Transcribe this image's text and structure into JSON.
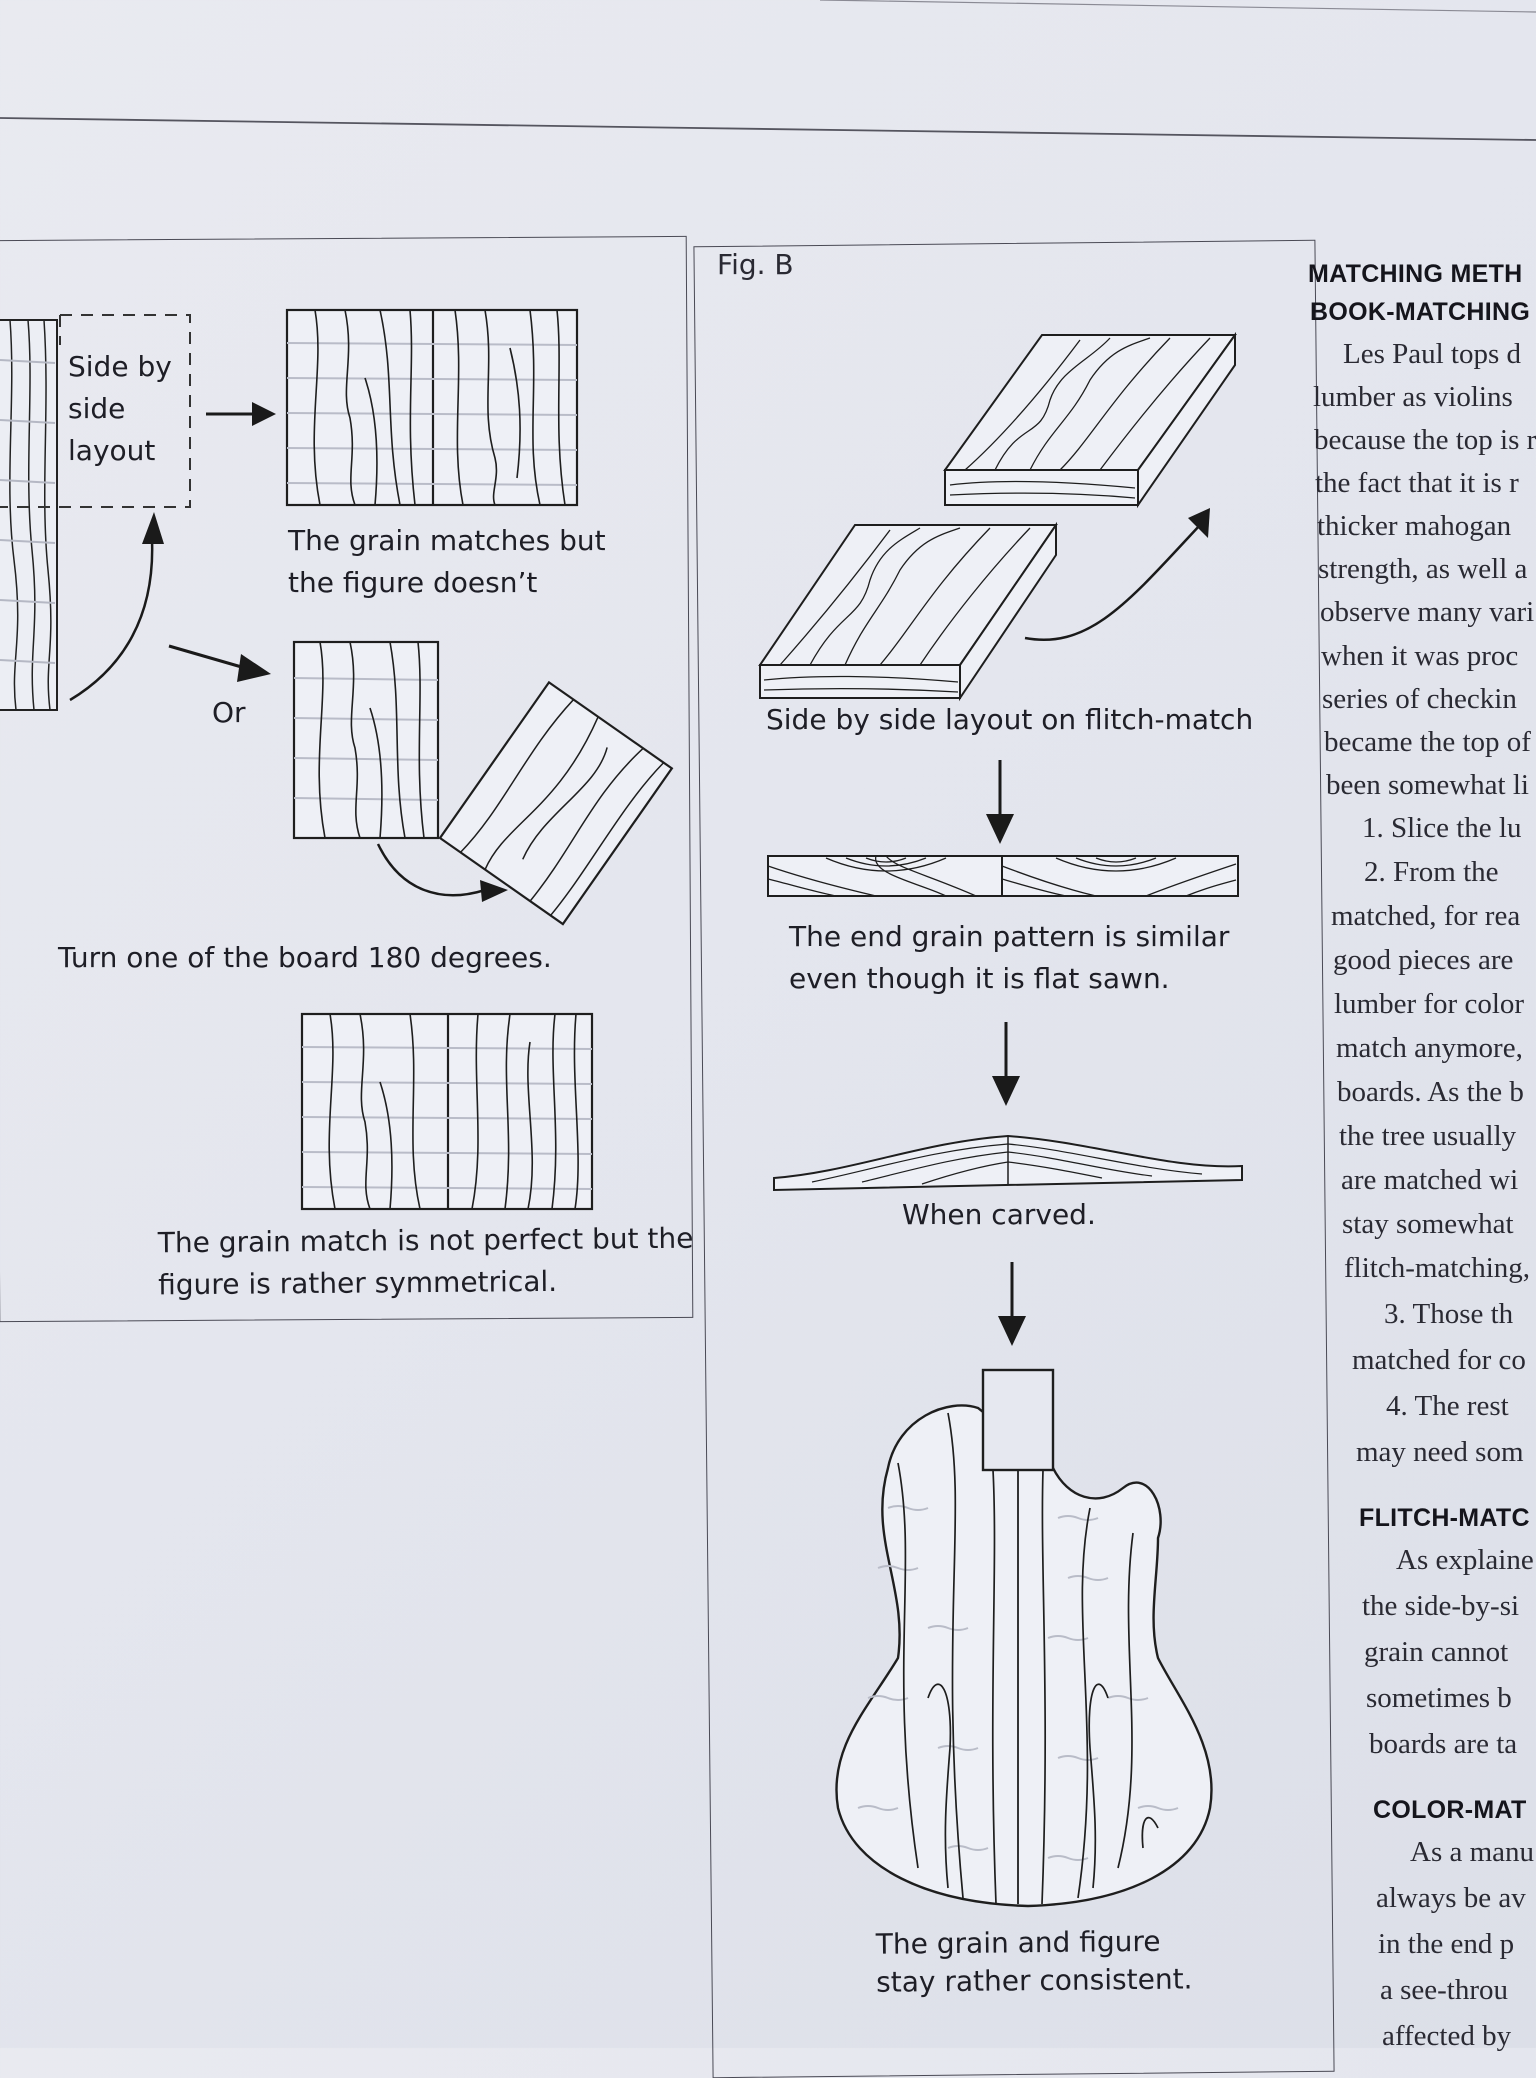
{
  "figure_left": {
    "side_layout_label": "Side by side layout",
    "caption_grain_matches": "The grain matches but the figure doesn’t",
    "or_label": "Or",
    "turn_caption": "Turn one of the board 180 degrees.",
    "caption_not_perfect": "The grain match is not perfect but the figure is rather symmetrical."
  },
  "figure_b": {
    "title": "Fig. B",
    "caption_flitch": "Side by side layout on flitch-match",
    "caption_end_grain": "The end grain pattern is similar even though it is flat sawn.",
    "caption_carved": "When carved.",
    "caption_consistent": "The grain and figure stay rather consistent."
  },
  "text_column": {
    "heading_1": "MATCHING METH",
    "heading_2": "BOOK-MATCHING",
    "lines_a": [
      "Les Paul tops d",
      "lumber as violins",
      "because the top is r",
      "the fact that it is r",
      "thicker mahogan",
      "strength, as well a",
      "observe many vari",
      "when it was proc",
      "series of checkin",
      "became the top of",
      "been somewhat li",
      "1. Slice the lu",
      "2. From the",
      "matched, for rea",
      "good pieces are",
      "lumber for color",
      "match anymore,",
      "boards. As the b",
      "the tree usually",
      "are matched wi",
      "stay somewhat",
      "flitch-matching,",
      "3. Those th",
      "matched for co",
      "4. The rest",
      "may need som"
    ],
    "heading_flitch": "FLITCH-MATC",
    "lines_b": [
      "As explaine",
      "the side-by-si",
      "grain cannot",
      "sometimes b",
      "boards are ta"
    ],
    "heading_color": "COLOR-MAT",
    "lines_c": [
      "As a manu",
      "always be av",
      "in the end p",
      "a see-throu",
      "affected by"
    ]
  }
}
